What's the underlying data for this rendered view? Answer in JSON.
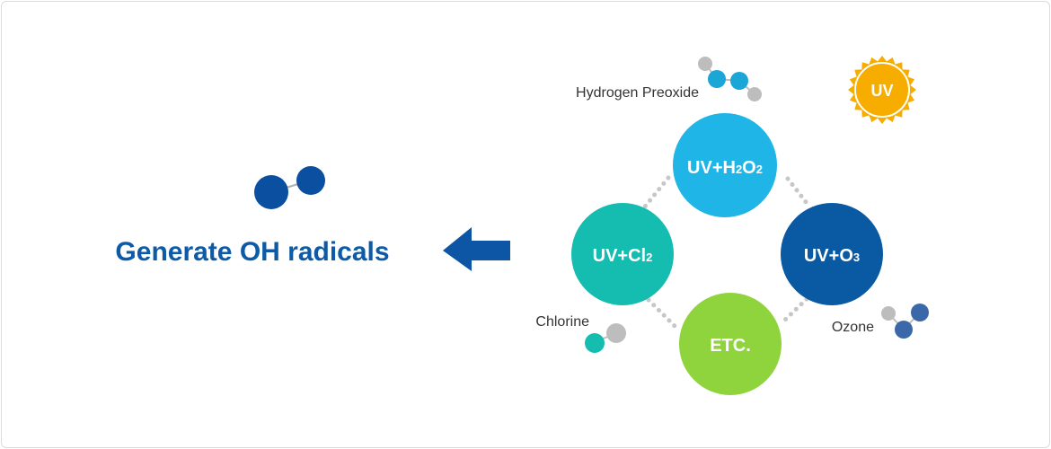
{
  "left": {
    "title": "Generate OH radicals"
  },
  "sun": {
    "label": "UV",
    "color": "#f6ad00"
  },
  "circles": {
    "h2o2": {
      "parts": [
        "UV+H",
        "2",
        "O",
        "2"
      ],
      "color": "#1fb5e6"
    },
    "o3": {
      "parts": [
        "UV+O",
        "3"
      ],
      "color": "#0a5aa3"
    },
    "cl2": {
      "parts": [
        "UV+Cl",
        "2"
      ],
      "color": "#14bdb0"
    },
    "etc": {
      "label": "ETC.",
      "color": "#8fd43c"
    }
  },
  "molecule_labels": {
    "hydrogen_peroxide": "Hydrogen Preoxide",
    "chlorine": "Chlorine",
    "ozone": "Ozone"
  },
  "colors": {
    "title": "#0d5aa7",
    "arrow": "#0d56a5",
    "oh_molecule": "#0a4fa0",
    "gray_atom": "#bdbdbd",
    "ozone_atom": "#3a68a8"
  }
}
